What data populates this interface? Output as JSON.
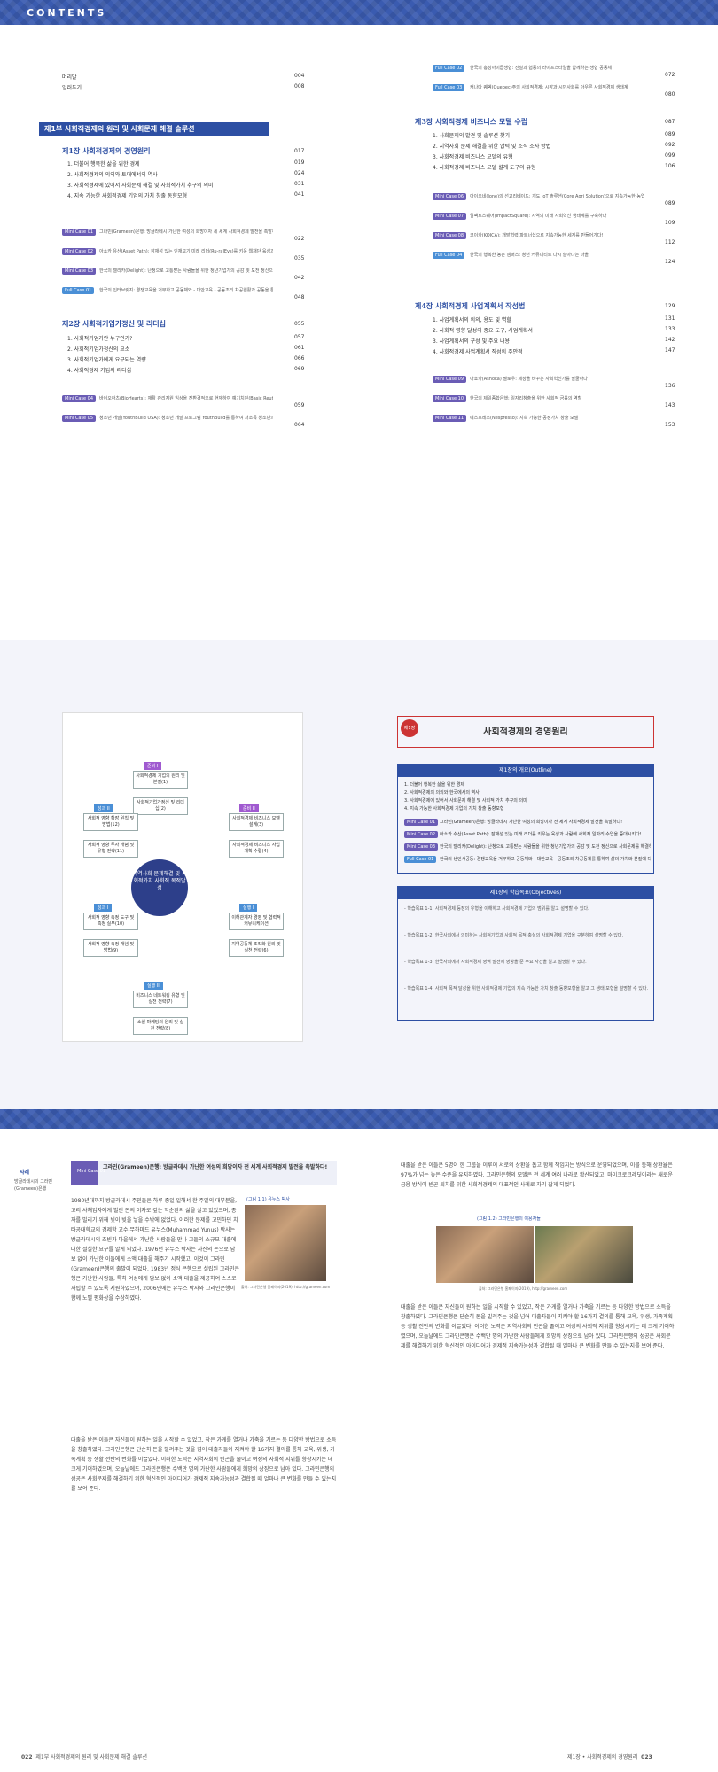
{
  "header": {
    "label": "CONTENTS"
  },
  "front": [
    {
      "label": "머리말",
      "page": "004"
    },
    {
      "label": "일러두기",
      "page": "008"
    }
  ],
  "part1": {
    "title": "제1부  사회적경제의 원리 및 사회문제 해결 솔루션"
  },
  "ch1": {
    "title": "제1장  사회적경제의 경영원리",
    "page": "017",
    "items": [
      {
        "label": "1. 더불어 행복한 삶을 위한 경제",
        "page": "019"
      },
      {
        "label": "2. 사회적경제의 의의와 토대에서의 역사",
        "page": "024"
      },
      {
        "label": "3. 사회적경제에 있어서 사회문제 해결 및 사회적가치 추구의 의미",
        "page": "031"
      },
      {
        "label": "4. 지속 가능한 사회적경제 기업의 가치 창출 동향모형",
        "page": "041"
      }
    ]
  },
  "cases1": [
    {
      "tag": "Mini Case 01",
      "text": "그라민(Grameen)은행: 방글라데시 가난한 여성의 희망이자 세 세계 사회적경제 발전을 촉발하다!",
      "page": "022"
    },
    {
      "tag": "Mini Case 02",
      "text": "아쇼카 유산(Asset Path): 잠재성 있는 인재교기 미래 리더(Ru-ralEvs)를 키운 웹재단 육성과 사람에 사적상담 매 여유층과 일자리 수입을 종에다",
      "page": "035"
    },
    {
      "tag": "Mini Case 03",
      "text": "한국의 델리카(Delight): 난청으로 고통받는 사람들을 위한 청년기업가의 공감 및 도전 정신으로 사회문제 해결하다!",
      "page": "042"
    },
    {
      "tag": "Full Case 01",
      "text": "한국의 인터브릿지: 경쟁교육을 거부하고 공동체와 - 대안교육 - 공동조리 차공원활과 공동을 통하여 삶의 가치에 본질에 다가서다!",
      "page": "048"
    }
  ],
  "ch2": {
    "title": "제2장  사회적기업가정신 및 리더십",
    "page": "055",
    "items": [
      {
        "label": "1. 사회적기업가란 누구인가?",
        "page": "057"
      },
      {
        "label": "2. 사회적기업가정신의 요소",
        "page": "061"
      },
      {
        "label": "3. 사회적기업가에게 요구되는 역량",
        "page": "066"
      },
      {
        "label": "4. 사회적경제 기업의 리더십",
        "page": "069"
      }
    ]
  },
  "cases2": [
    {
      "tag": "Mini Case 04",
      "text": "바이오하츠(BioHearts): 재활 관리지원 임상을 진환경적으로 현재하여 예기치된(Basic Reuters)을 생성에도 유래 업사르 팔기로 해결하다!",
      "page": "059"
    },
    {
      "tag": "Mini Case 05",
      "text": "청소년 개발(YouthBuild USA): 청소년 개발 프로그램 YouthBuild를 통하여 저소득 청소년의 삶에 역할을 변화시키다.",
      "page": "064"
    }
  ],
  "cases_right": [
    {
      "tag": "Full Case 02",
      "text": "한국의 홍성아이쿱생협: 진실과 협동의 라이프스타일을 함께하는 생협 공동체",
      "page": "072"
    },
    {
      "tag": "Full Case 03",
      "text": "캐나다 퀘벡(Quebec)주의 사회적경제: 시장과 시민사회를 아우른 사회적경제 생태계",
      "page": "080"
    }
  ],
  "ch3": {
    "title": "제3장  사회적경제 비즈니스 모델 수립",
    "page": "087",
    "items": [
      {
        "label": "1. 사회문제의 발견 및 솔루션 찾기",
        "page": "089"
      },
      {
        "label": "2. 지역사회 문제 해결을 위한 압력 및 조직 조사 방법",
        "page": "092"
      },
      {
        "label": "3. 사회적경제 비즈니스 모델의 유형",
        "page": "099"
      },
      {
        "label": "4. 사회적경제 비즈니스 모델 설계 도구의 유형",
        "page": "106"
      }
    ]
  },
  "cases3": [
    {
      "tag": "Mini Case 06",
      "text": "아이오네(Ione)의 선교리베이드: 개도 IoT 솔루션(Core Agri Solution)으로 지속가능한 농업 생태계를 구축하다",
      "page": "089"
    },
    {
      "tag": "Mini Case 07",
      "text": "임팩트스퀘어(ImpactSquare): 지역의 미래 사회혁신 생태계를 구축하다",
      "page": "109"
    },
    {
      "tag": "Mini Case 08",
      "text": "코이카(KOICA): 개발협력 파트너십으로 지속가능한 세계를 만들어가다!",
      "page": "112"
    },
    {
      "tag": "Full Case 04",
      "text": "한국의 행복한 농촌 캠퍼스: 청년 커뮤니티로 다시 살아나는 마을",
      "page": "124"
    }
  ],
  "ch4": {
    "title": "제4장  사회적경제 사업계획서 작성법",
    "page": "129",
    "items": [
      {
        "label": "1. 사업계획서의 의의, 용도 및 역할",
        "page": "131"
      },
      {
        "label": "2. 사회적 영향 달성의 중요 도구, 사업계획서",
        "page": "133"
      },
      {
        "label": "3. 사업계획서의 구성 및 주요 내용",
        "page": "142"
      },
      {
        "label": "4. 사회적경제 사업계획서 작성의 주안점",
        "page": "147"
      }
    ]
  },
  "cases4": [
    {
      "tag": "Mini Case 09",
      "text": "아쇼카(Ashoka) 펠로우: 세상을 바꾸는 사회혁신가를 발굴하다",
      "page": "136"
    },
    {
      "tag": "Mini Case 10",
      "text": "한국의 제일종합은행: 일자리창출을 위한 사회적 금융의 역할",
      "page": "143"
    },
    {
      "tag": "Mini Case 11",
      "text": "에스프레소(Nespresso): 지속 가능한 공정가치 창출 모델",
      "page": "153"
    }
  ],
  "diagram": {
    "center": "지역사회 문제해결 및 사회적가치 사회적 목적달성",
    "nodes": [
      {
        "tag": "준비 I",
        "a": "사회적경제 기업의 원리 및 본질(1)",
        "b": "사회적기업가정신 및 리더십(2)"
      },
      {
        "tag": "준비 II",
        "a": "사회적경제 비즈니스 모델 설계(3)",
        "b": "사회적경제 비즈니스 사업계획 수립(4)"
      },
      {
        "tag": "실행 I",
        "a": "이해관계자 경영 및 협력적 커뮤니케이션",
        "b": "지역공동체 조직화 원리 및 실천 전략(6)"
      },
      {
        "tag": "실행 II",
        "a": "비즈니스 네트워킹 유형 및 실천 전략(7)",
        "b": "소셜 마케팅의 원리 및 실천 전략(8)"
      },
      {
        "tag": "성과 I",
        "a": "사회적 영향 측정 도구 및 측정 실무(10)",
        "b": "사회적 영향 측정 개념 및 방법(9)"
      },
      {
        "tag": "성과 II",
        "a": "사회적 영향 확장 원칙 및 방법(12)",
        "b": "사회적 영향 투자 개념 및 유형 전략(11)"
      }
    ]
  },
  "chapter": {
    "num": "제1장",
    "title": "사회적경제의 경영원리",
    "outline_head": "제1장의 개요(Outline)",
    "outline": [
      "1. 더불어 행복한 삶을 위한 경제",
      "2. 사회적경제의 의의와 한국에서의 역사",
      "3. 사회적경제에 있어서 사회문제 해결 및 사회적 가치 추구의 의미",
      "4. 지속 가능한 사회적경제 기업의 가치 창출 동향모형"
    ],
    "cases": [
      {
        "tag": "Mini Case 01",
        "text": "그라민(Grameen)은행: 방글라데시 가난한 여성의 희망이자 전 세계 사회적경제 발전을 촉발하다!"
      },
      {
        "tag": "Mini Case 02",
        "text": "아쇼카 수산(Asset Path): 잠재성 있는 미래 리더를 키우는 육성과 사람에 사회적 일자리 수입을 증대시키다!"
      },
      {
        "tag": "Mini Case 03",
        "text": "한국의 델리카(Delight): 난청으로 고통받는 사람들을 위한 청년기업가의 공감 및 도전 정신으로 사회문제를 해결하다!"
      },
      {
        "tag": "Full Case 01",
        "text": "한국의 생인사공동: 경쟁교육을 거부하고 공동체와 - 대안교육 - 공동조리 차공동체를 통하여 삶의 가치와 본질에 다가서다!"
      }
    ],
    "obj_head": "제1장의 학습목표(Objectives)",
    "objectives": [
      "- 학습목표 1-1: 사회적경제 등장의 유형을 이해하고 사회적경제 기업의 범위를 알고 설명할 수 있다.",
      "- 학습목표 1-2: 한국사회에서 의미하는 사회적기업과 사회적 목적 충실의 사회적경제 기업을 구분하여 설명할 수 있다.",
      "- 학습목표 1-3: 한국사회에서 사회적경제 영역 발전에 영향을 준 주요 사건을 알고 설명할 수 있다.",
      "- 학습목표 1-4: 사회적 목적 달성을 위한 사회적경제 기업의 지속 가능한 가치 창출 동향모형을 알고 그 생태 모형을 설명할 수 있다."
    ]
  },
  "article": {
    "side_label": "사례",
    "side_sub": "방글라데시의 그라민(Grameen)은행",
    "box_tag": "Mini Case 01",
    "box_title": "그라민(Grameen)은행: 방글라데시 가난한 여성의 희망이자 전 세계 사회적경제 발전을 촉발하다!",
    "fig1": "(그림 1.1) 유누스 박사",
    "fig1_src": "출처: 그라민은행 홈페이지(2019), http://grameen.com",
    "body1": "1980년대까지 방글라데시 주민들은 하루 종일 일해서 한 주일의 대부분을, 고리 사채업자에게 빌린 돈의 이자로 갚는 악순환의 삶을 살고 있었으며, 종자를 빌리기 위해 빚이 빚을 낳을 수밖에 없었다. 이러한 문제를 고민하던 치타공대학교의 경제학 교수 무하마드 유누스(Muhammad Yunus) 박사는 방글라데시의 조빈가 마을에서 가난한 사람들을 만나 그들의 소규모 대출에 대한 절실한 요구를 알게 되었다. 1976년 유누스 박사는 자신의 돈으로 담보 없이 가난한 이들에게 소액 대출을 해주기 시작했고, 이것이 그라민(Grameen)은행의 출발이 되었다. 1983년 정식 은행으로 설립된 그라민은행은 가난한 사람들, 특히 여성에게 담보 없이 소액 대출을 제공하여 스스로 자립할 수 있도록 지원하였으며, 2006년에는 유누스 박사와 그라민은행이 함께 노벨 평화상을 수상하였다.",
    "body2": "대출을 받은 이들은 5명이 한 그룹을 이루어 서로의 상환을 돕고 함께 책임지는 방식으로 운영되었으며, 이를 통해 상환율은 97%가 넘는 높은 수준을 유지하였다. 그라민은행의 모델은 전 세계 여러 나라로 확산되었고, 마이크로크레딧이라는 새로운 금융 방식이 빈곤 퇴치를 위한 사회적경제의 대표적인 사례로 자리 잡게 되었다.",
    "fig2": "(그림 1.2) 그라민은행의 이용자들",
    "fig2_src": "출처: 그라민은행 홈페이지(2019), http://grameen.com",
    "body3": "대출을 받은 이들은 자신들이 원하는 일을 시작할 수 있었고, 작은 가게를 열거나 가축을 기르는 등 다양한 방법으로 소득을 창출하였다. 그라민은행은 단순히 돈을 빌려주는 것을 넘어 대출자들이 지켜야 할 16가지 결의를 통해 교육, 위생, 가족계획 등 생활 전반의 변화를 이끌었다. 이러한 노력은 지역사회의 빈곤을 줄이고 여성의 사회적 지위를 향상시키는 데 크게 기여하였으며, 오늘날에도 그라민은행은 수백만 명의 가난한 사람들에게 희망의 상징으로 남아 있다. 그라민은행의 성공은 사회문제를 해결하기 위한 혁신적인 아이디어가 경제적 지속가능성과 결합될 때 얼마나 큰 변화를 만들 수 있는지를 보여 준다."
  },
  "footer": {
    "left_page": "022",
    "left_text": "제1부 사회적경제의 원리 및 사회문제 해결 솔루션",
    "right_text": "제1장 • 사회적경제의 경영원리",
    "right_page": "023"
  }
}
